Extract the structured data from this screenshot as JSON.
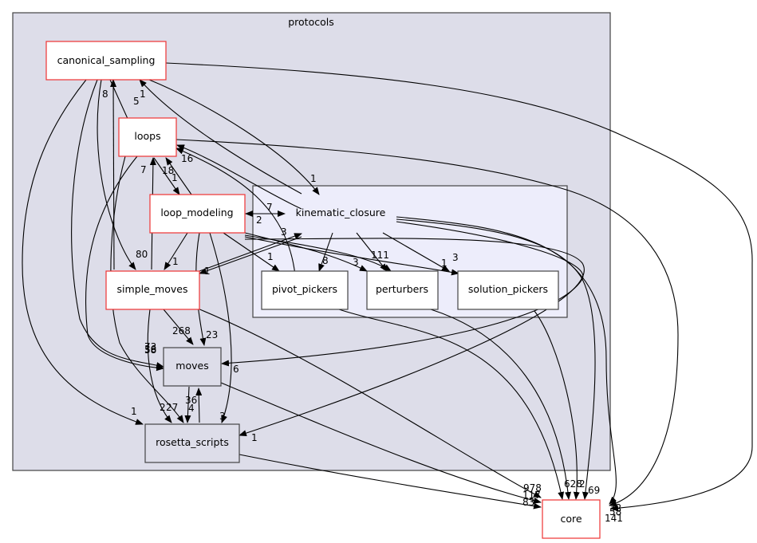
{
  "diagram": {
    "type": "directory dependency graph",
    "cluster_outer": {
      "label": "protocols",
      "fill": "#dddde9",
      "stroke": "#444444"
    },
    "cluster_inner": {
      "label": "kinematic_closure",
      "fill": "#ededfb",
      "stroke": "#444444"
    },
    "nodes": [
      {
        "id": "canonical_sampling",
        "label": "canonical_sampling",
        "border": "#ee3333",
        "fill": "#ffffff"
      },
      {
        "id": "loops",
        "label": "loops",
        "border": "#ee3333",
        "fill": "#ffffff"
      },
      {
        "id": "loop_modeling",
        "label": "loop_modeling",
        "border": "#ee3333",
        "fill": "#ffffff"
      },
      {
        "id": "simple_moves",
        "label": "simple_moves",
        "border": "#ee3333",
        "fill": "#ffffff"
      },
      {
        "id": "moves",
        "label": "moves",
        "border": "#444444",
        "fill": "#dddde9"
      },
      {
        "id": "rosetta_scripts",
        "label": "rosetta_scripts",
        "border": "#444444",
        "fill": "#dddde9"
      },
      {
        "id": "pivot_pickers",
        "label": "pivot_pickers",
        "border": "#444444",
        "fill": "#ffffff"
      },
      {
        "id": "perturbers",
        "label": "perturbers",
        "border": "#444444",
        "fill": "#ffffff"
      },
      {
        "id": "solution_pickers",
        "label": "solution_pickers",
        "border": "#444444",
        "fill": "#ffffff"
      },
      {
        "id": "core",
        "label": "core",
        "border": "#ee3333",
        "fill": "#ffffff"
      }
    ],
    "edge_labels": [
      {
        "text": "8"
      },
      {
        "text": "1"
      },
      {
        "text": "5"
      },
      {
        "text": "16"
      },
      {
        "text": "7"
      },
      {
        "text": "18"
      },
      {
        "text": "1"
      },
      {
        "text": "1"
      },
      {
        "text": "7"
      },
      {
        "text": "2"
      },
      {
        "text": "3"
      },
      {
        "text": "80"
      },
      {
        "text": "1"
      },
      {
        "text": "1"
      },
      {
        "text": "1"
      },
      {
        "text": "8"
      },
      {
        "text": "3"
      },
      {
        "text": "111"
      },
      {
        "text": "1"
      },
      {
        "text": "3"
      },
      {
        "text": "268"
      },
      {
        "text": "23"
      },
      {
        "text": "73"
      },
      {
        "text": "36"
      },
      {
        "text": "58"
      },
      {
        "text": "6"
      },
      {
        "text": "36"
      },
      {
        "text": "4"
      },
      {
        "text": "1"
      },
      {
        "text": "2"
      },
      {
        "text": "27"
      },
      {
        "text": "3"
      },
      {
        "text": "1"
      },
      {
        "text": "978"
      },
      {
        "text": "117"
      },
      {
        "text": "83"
      },
      {
        "text": "628"
      },
      {
        "text": "2"
      },
      {
        "text": "69"
      },
      {
        "text": "32"
      },
      {
        "text": "58"
      },
      {
        "text": "141"
      }
    ]
  }
}
